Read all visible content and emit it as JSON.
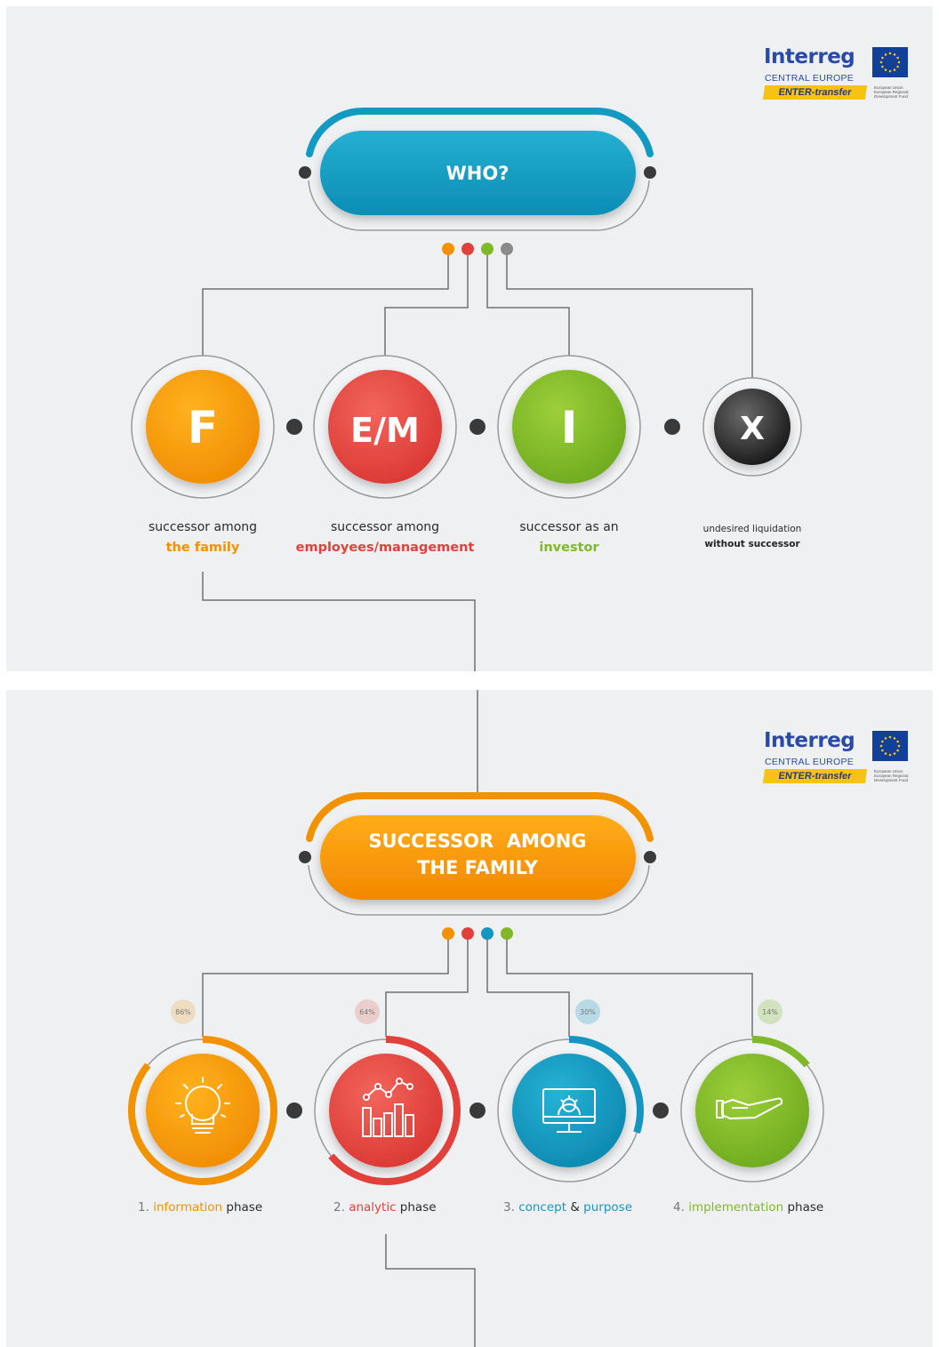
{
  "logo": {
    "brand": "Interreg",
    "program": "CENTRAL EUROPE",
    "project": "ENTER-transfer",
    "fund": "European Union European Regional Development Fund"
  },
  "who": {
    "title": "WHO?",
    "options": [
      {
        "letter": "F",
        "line1": "successor among",
        "line2": "the family",
        "color": "#f39200"
      },
      {
        "letter": "E/M",
        "line1": "successor among",
        "line2": "employees/management",
        "color": "#e2403b"
      },
      {
        "letter": "I",
        "line1": "successor as an",
        "line2": "investor",
        "color": "#7fb829"
      },
      {
        "letter": "X",
        "line1": "undesired liquidation",
        "line2": "without successor",
        "color": "#222222"
      }
    ]
  },
  "family": {
    "title_line1": "SUCCESSOR  AMONG",
    "title_line2": "THE FAMILY",
    "phases": [
      {
        "num": "1.",
        "name": "information",
        "suffix": "phase",
        "percent": "86%",
        "fraction": 0.86,
        "icon": "lightbulb-icon",
        "color": "#f39200"
      },
      {
        "num": "2.",
        "name": "analytic",
        "suffix": "phase",
        "percent": "64%",
        "fraction": 0.64,
        "icon": "bar-chart-icon",
        "color": "#e2403b"
      },
      {
        "num": "3.",
        "name": "concept",
        "amp": "&",
        "name2": "purpose",
        "percent": "30%",
        "fraction": 0.3,
        "icon": "monitor-gear-icon",
        "color": "#1596c0"
      },
      {
        "num": "4.",
        "name": "implementation",
        "suffix": "phase",
        "percent": "14%",
        "fraction": 0.14,
        "icon": "hand-icon",
        "color": "#7fb829"
      }
    ]
  },
  "colors": {
    "orange": "#f39200",
    "red": "#e2403b",
    "green": "#7fb829",
    "gray": "#8a8a8a",
    "blue": "#1596c0",
    "black": "#222222"
  }
}
